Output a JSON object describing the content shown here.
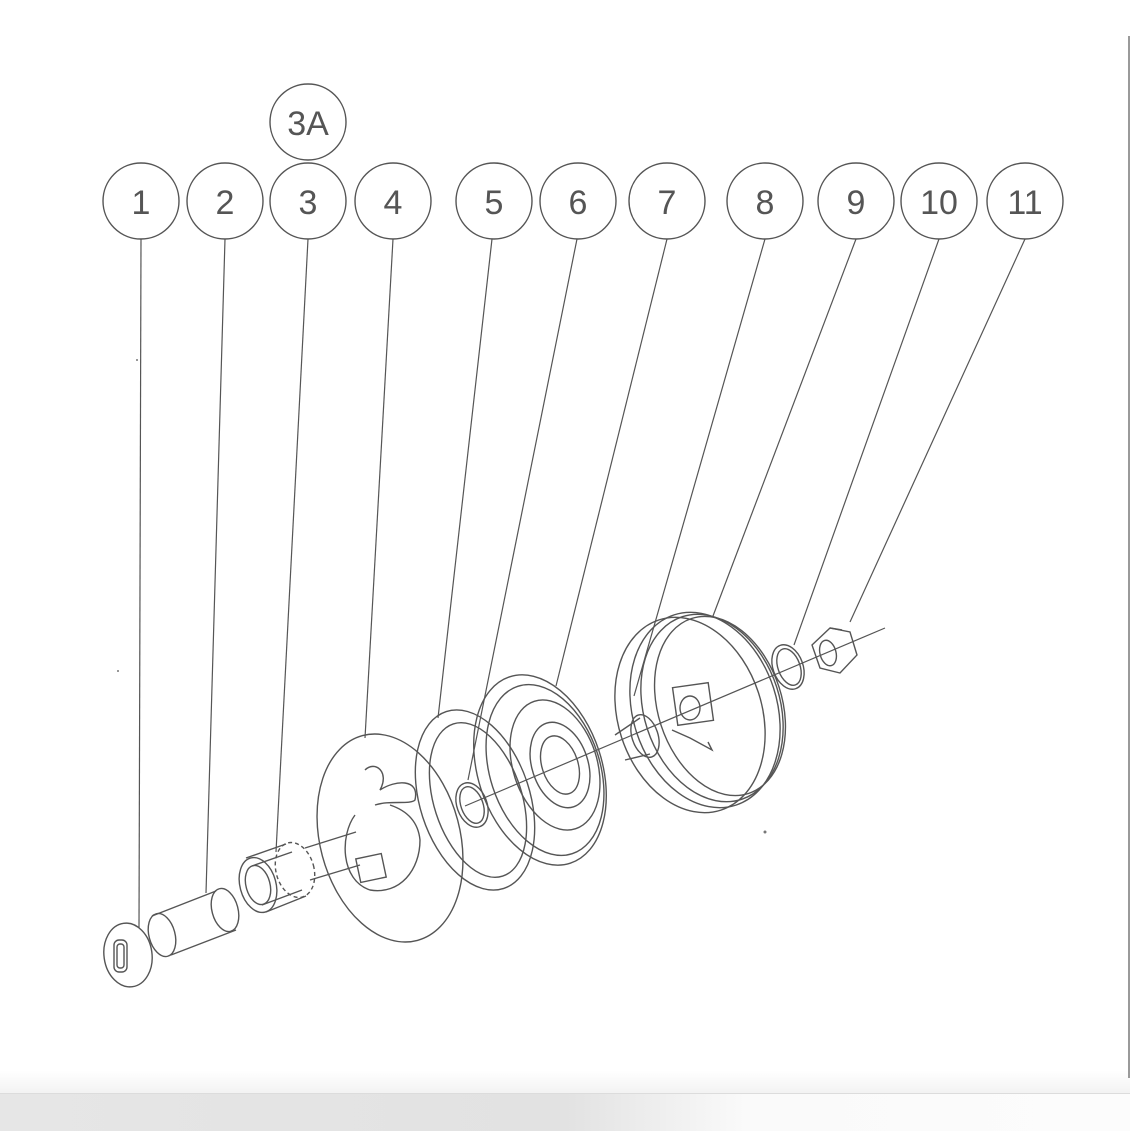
{
  "diagram": {
    "type": "exploded-parts-view",
    "line_color": "#555555",
    "background": "#ffffff",
    "balloons": [
      {
        "id": "1",
        "label": "1"
      },
      {
        "id": "2",
        "label": "2"
      },
      {
        "id": "3",
        "label": "3"
      },
      {
        "id": "3A",
        "label": "3A"
      },
      {
        "id": "4",
        "label": "4"
      },
      {
        "id": "5",
        "label": "5"
      },
      {
        "id": "6",
        "label": "6"
      },
      {
        "id": "7",
        "label": "7"
      },
      {
        "id": "8",
        "label": "8"
      },
      {
        "id": "9",
        "label": "9"
      },
      {
        "id": "10",
        "label": "10"
      },
      {
        "id": "11",
        "label": "11"
      }
    ],
    "parts": [
      {
        "callout": "1",
        "shape": "slotted-washer"
      },
      {
        "callout": "2",
        "shape": "sleeve-bushing"
      },
      {
        "callout": "3",
        "shape": "spur-gear"
      },
      {
        "callout": "4",
        "shape": "drive-plate-with-shaft"
      },
      {
        "callout": "5",
        "shape": "ring-disc"
      },
      {
        "callout": "6",
        "shape": "o-ring"
      },
      {
        "callout": "7",
        "shape": "spring-disc"
      },
      {
        "callout": "8",
        "shape": "pulley-wheel"
      },
      {
        "callout": "9",
        "shape": "hub-shaft"
      },
      {
        "callout": "10",
        "shape": "washer"
      },
      {
        "callout": "11",
        "shape": "hex-nut"
      }
    ]
  }
}
